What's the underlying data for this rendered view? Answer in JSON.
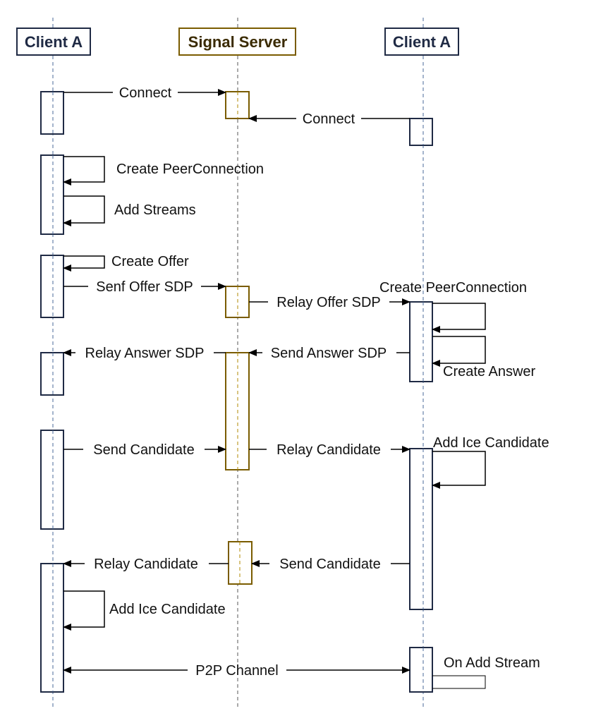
{
  "colors": {
    "line": "#000000",
    "navy": "#1F2A44",
    "signal_border": "#7A5C00",
    "signal_fill": "#FFF2CC",
    "signal_dash": "#B08A00",
    "client_dash": "#4A6A9A"
  },
  "participants": {
    "client_a_left": {
      "label": "Client A"
    },
    "signal_server": {
      "label": "Signal Server"
    },
    "client_a_right": {
      "label": "Client A"
    }
  },
  "messages": {
    "connect_a": "Connect",
    "connect_b": "Connect",
    "create_peer_a": "Create PeerConnection",
    "add_streams": "Add Streams",
    "create_offer": "Create Offer",
    "send_offer": "Senf Offer SDP",
    "relay_offer": "Relay Offer SDP",
    "create_peer_b": "Create PeerConnection",
    "relay_answer": "Relay Answer SDP",
    "send_answer": "Send Answer SDP",
    "create_answer": "Create Answer",
    "send_candidate_a": "Send Candidate",
    "relay_candidate_b": "Relay Candidate",
    "add_ice_b": "Add Ice Candidate",
    "relay_candidate_a": "Relay Candidate",
    "send_candidate_b": "Send Candidate",
    "add_ice_a": "Add Ice Candidate",
    "p2p": "P2P Channel",
    "on_add_stream": "On Add Stream"
  }
}
